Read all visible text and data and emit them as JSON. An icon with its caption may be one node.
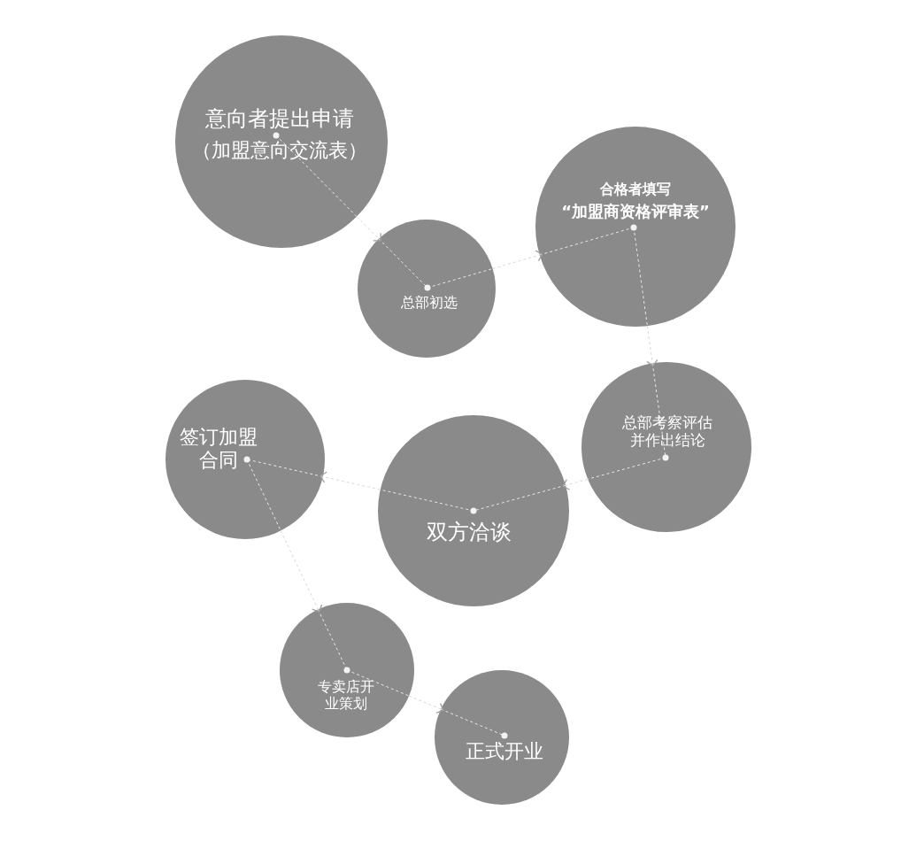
{
  "diagram": {
    "nodes": [
      {
        "text": [
          "意向者提出申请",
          "（加盟意向交流表）"
        ]
      },
      {
        "text": [
          "总部初选"
        ]
      },
      {
        "text": [
          "合格者填写",
          "“加盟商资格评审表”"
        ]
      },
      {
        "text": [
          "总部考察评估并作出结论"
        ]
      },
      {
        "text": [
          "双方洽谈"
        ]
      },
      {
        "text": [
          "签订加盟合同"
        ]
      },
      {
        "text": [
          "专卖店开业策划"
        ]
      },
      {
        "text": [
          "正式开业"
        ]
      }
    ],
    "edges": [
      {
        "from": 0,
        "to": 1,
        "arrow": "to"
      },
      {
        "from": 1,
        "to": 2,
        "arrow": "to"
      },
      {
        "from": 2,
        "to": 3,
        "arrow": "to"
      },
      {
        "from": 3,
        "to": 4,
        "arrow": "to"
      },
      {
        "from": 4,
        "to": 5,
        "arrow": "to"
      },
      {
        "from": 5,
        "to": 6,
        "arrow": "to"
      },
      {
        "from": 6,
        "to": 7,
        "arrow": "to"
      }
    ]
  }
}
